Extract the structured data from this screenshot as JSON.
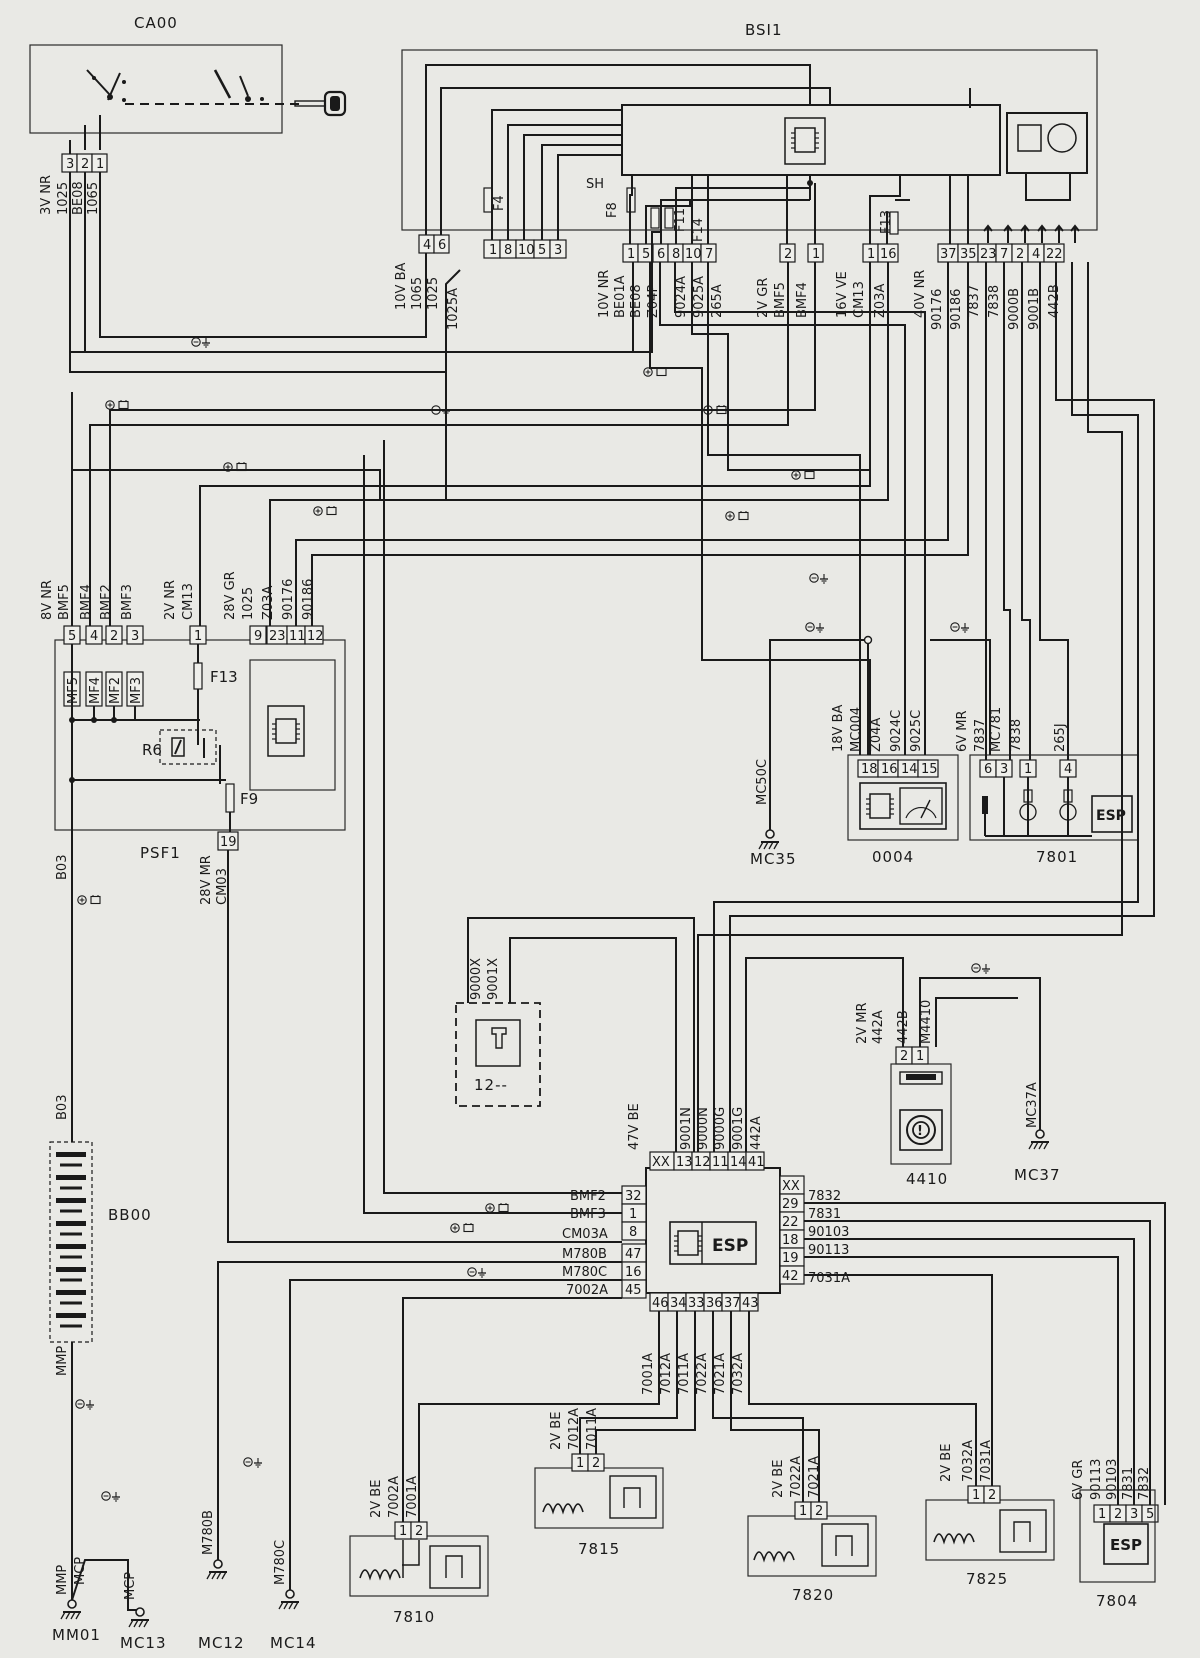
{
  "components": {
    "ca00": "CA00",
    "bsi1": "BSI1",
    "psf1": "PSF1",
    "bb00": "BB00",
    "c0004": "0004",
    "c7801": "7801",
    "c1200": "12--",
    "c4410": "4410",
    "c7804": "7804",
    "c7810": "7810",
    "c7815": "7815",
    "c7820": "7820",
    "c7825": "7825",
    "mc35": "MC35",
    "mc37": "MC37",
    "mm01": "MM01",
    "mc13": "MC13",
    "mc12": "MC12",
    "mc14": "MC14"
  },
  "connectors": {
    "ca00_tag": "3V NR",
    "bsi1_left": "10V BA",
    "bsi1_mid": "10V NR",
    "bsi1_gr": "2V GR",
    "bsi1_ve": "16V VE",
    "bsi1_nr40": "40V NR",
    "bsi1_mr": "6V MR",
    "psf1_nr8": "8V NR",
    "psf1_nr2": "2V NR",
    "psf1_gr28": "28V GR",
    "psf1_mr28": "28V MR",
    "ba18": "18V BA",
    "mr6": "6V MR",
    "esp_be47": "47V BE",
    "mr2": "2V MR",
    "be2": "2V BE",
    "gr6": "6V GR"
  },
  "wires": {
    "ca00": [
      "1025",
      "BE08",
      "1065"
    ],
    "bsi_left": [
      "1065",
      "1025",
      "1025A"
    ],
    "bsi_mid": [
      "BE01A",
      "BE08",
      "Z04P",
      "9024A",
      "9025A",
      "265A"
    ],
    "bsi_bmf": [
      "BMF5",
      "BMF4"
    ],
    "bsi_cm": [
      "CM13",
      "Z03A"
    ],
    "bsi_right": [
      "90176",
      "90186",
      "7837",
      "7838",
      "9000B",
      "9001B",
      "442B"
    ],
    "psf_top": [
      "BMF5",
      "BMF4",
      "BMF2",
      "BMF3",
      "CM13",
      "1025",
      "Z03A",
      "90176",
      "90186"
    ],
    "psf_bottom": [
      "B03",
      "CM03"
    ],
    "bb00": [
      "B03",
      "MMP"
    ],
    "c0004": [
      "MC004",
      "Z04A",
      "9024C",
      "9025C"
    ],
    "c7801": [
      "7837",
      "MC781",
      "7838",
      "265J"
    ],
    "mc50c": "MC50C",
    "c1200": [
      "9000X",
      "9001X"
    ],
    "esp_top": [
      "9001N",
      "9000N",
      "9000G",
      "9001G",
      "442A"
    ],
    "esp_left": [
      "BMF2",
      "BMF3",
      "CM03A",
      "M780B",
      "M780C",
      "7002A"
    ],
    "esp_right": [
      "7832",
      "7831",
      "90103",
      "90113",
      "7031A"
    ],
    "esp_bottom": [
      "7001A",
      "7012A",
      "7011A",
      "7022A",
      "7021A",
      "7032A"
    ],
    "c4410": [
      "442A",
      "442B",
      "M4410"
    ],
    "mc37a": "MC37A",
    "c7810": [
      "7002A",
      "7001A"
    ],
    "c7815": [
      "7012A",
      "7011A"
    ],
    "c7820": [
      "7022A",
      "7021A"
    ],
    "c7825": [
      "7032A",
      "7031A"
    ],
    "c7804": [
      "90113",
      "90103",
      "7831",
      "7832"
    ],
    "ground_mm": [
      "MMP",
      "MCP",
      "MCP"
    ],
    "ground_mc12": "M780B",
    "ground_mc14": "M780C"
  },
  "pins": {
    "ca00": [
      "3",
      "2",
      "1"
    ],
    "bsi_a": [
      "4",
      "6"
    ],
    "bsi_b": [
      "1",
      "8",
      "10",
      "5",
      "3"
    ],
    "bsi_c": [
      "1",
      "5",
      "6",
      "8",
      "10",
      "7",
      "2",
      "1",
      "1",
      "16"
    ],
    "bsi_d": [
      "37",
      "35",
      "23",
      "7",
      "2",
      "4",
      "22"
    ],
    "psf_top": [
      "5",
      "4",
      "2",
      "3",
      "1",
      "9",
      "23",
      "11",
      "12"
    ],
    "psf_bottom": "19",
    "c0004": [
      "18",
      "16",
      "14",
      "15"
    ],
    "c7801": [
      "6",
      "3",
      "1",
      "4"
    ],
    "esp_top": [
      "XX",
      "13",
      "12",
      "11",
      "14",
      "41"
    ],
    "esp_left": [
      "32",
      "1",
      "8",
      "47",
      "16",
      "45"
    ],
    "esp_right": [
      "XX",
      "29",
      "22",
      "18",
      "19",
      "42"
    ],
    "esp_bottom": [
      "46",
      "34",
      "33",
      "36",
      "37",
      "43"
    ],
    "c4410": [
      "2",
      "1"
    ],
    "c7804": [
      "1",
      "2",
      "3",
      "5"
    ],
    "coil": [
      "1",
      "2"
    ]
  },
  "internal": {
    "fuse_f4": "F4",
    "fuse_f8": "F8",
    "fuse_f11": "F11",
    "fuse_f14": "F14",
    "fuse_f13_bsi": "F13",
    "shunt": "SH",
    "mf5": "MF5",
    "mf4": "MF4",
    "mf2": "MF2",
    "mf3": "MF3",
    "fuse_f13": "F13",
    "relay_r6": "R6",
    "fuse_f9": "F9",
    "esp_text": "ESP",
    "esp_7801": "ESP",
    "esp_7804": "ESP"
  },
  "icons": {
    "ground": "ground-symbol-icon",
    "plus": "plus-battery-icon",
    "ecu": "ecu-chip-icon",
    "key": "ignition-key-icon"
  }
}
